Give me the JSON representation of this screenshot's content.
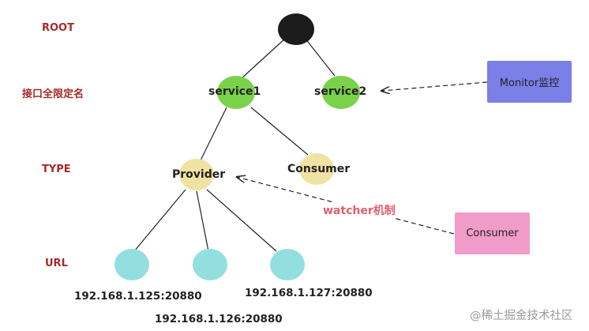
{
  "levels": {
    "root": "ROOT",
    "name": "接口全限定名",
    "type": "TYPE",
    "url": "URL"
  },
  "nodes": {
    "service1": "service1",
    "service2": "service2",
    "provider": "Provider",
    "consumer": "Consumer"
  },
  "urls": [
    "192.168.1.125:20880",
    "192.168.1.126:20880",
    "192.168.1.127:20880"
  ],
  "boxes": {
    "monitor": "Monitor监控",
    "consumer": "Consumer"
  },
  "watcher_label": "watcher机制",
  "watermark": "@稀土掘金技术社区",
  "colors": {
    "level_label": "#a52a2a",
    "root_node": "#1c1c1c",
    "service_node": "#7ad14a",
    "type_node": "#f0e2a2",
    "url_node": "#93dfe0",
    "monitor_box": "#7b7fe8",
    "consumer_box": "#f09bc8",
    "watcher_text": "#e0606e"
  }
}
